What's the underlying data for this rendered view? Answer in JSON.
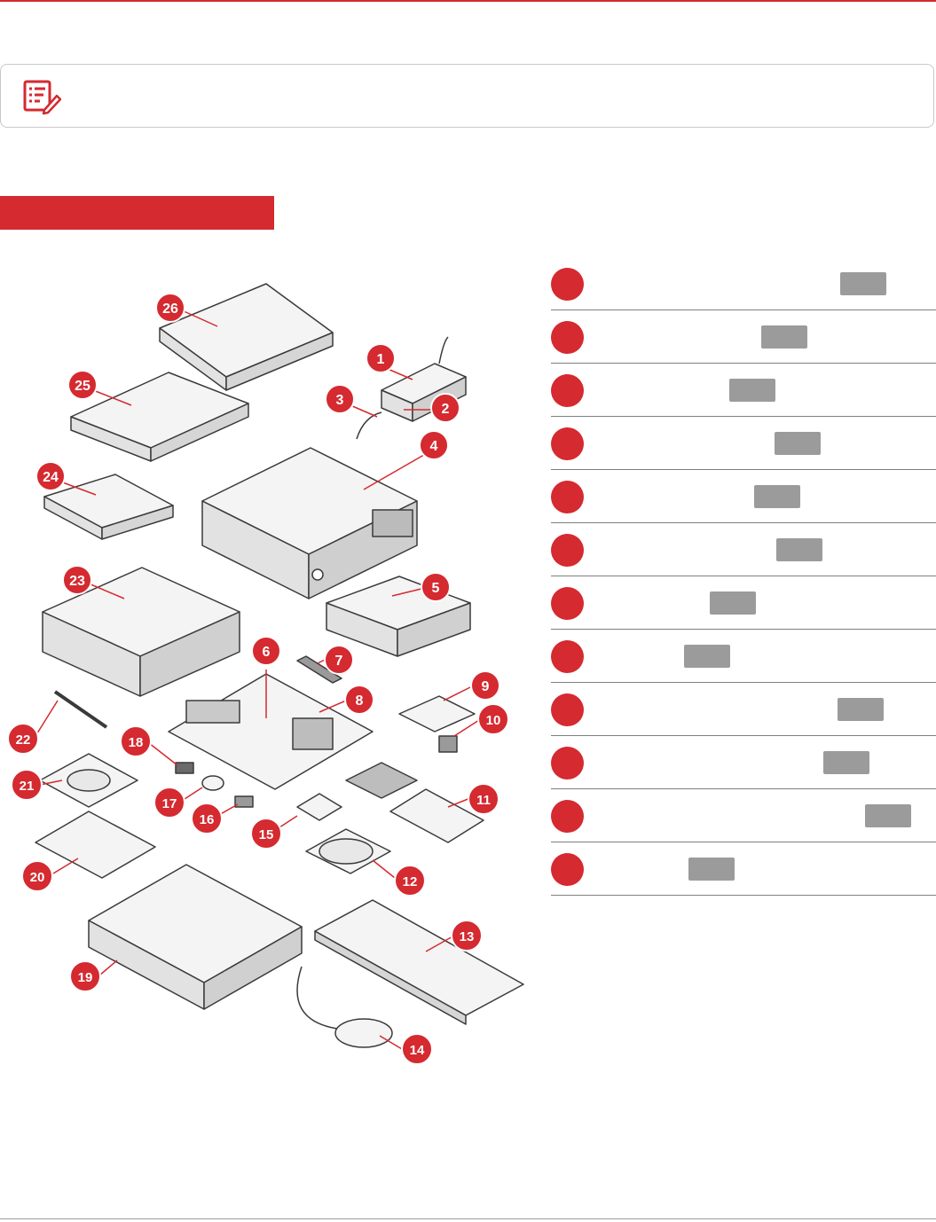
{
  "note": {
    "icon": "note-edit-icon",
    "text": ""
  },
  "section": {
    "title": ""
  },
  "colors": {
    "accent": "#d42a30",
    "code_tag": "#9b9b9b",
    "rule": "#7f7f7f"
  },
  "parts": [
    {
      "num": "",
      "name": "",
      "code": ""
    },
    {
      "num": "",
      "name": "",
      "code": ""
    },
    {
      "num": "",
      "name": "",
      "code": ""
    },
    {
      "num": "",
      "name": "",
      "code": ""
    },
    {
      "num": "",
      "name": "",
      "code": ""
    },
    {
      "num": "",
      "name": "",
      "code": ""
    },
    {
      "num": "",
      "name": "",
      "code": ""
    },
    {
      "num": "",
      "name": "",
      "code": ""
    },
    {
      "num": "",
      "name": "",
      "code": ""
    },
    {
      "num": "",
      "name": "",
      "code": ""
    },
    {
      "num": "",
      "name": "",
      "code": ""
    },
    {
      "num": "",
      "name": "",
      "code": ""
    }
  ],
  "callouts": [
    "1",
    "2",
    "3",
    "4",
    "5",
    "6",
    "7",
    "8",
    "9",
    "10",
    "11",
    "12",
    "13",
    "14",
    "15",
    "16",
    "17",
    "18",
    "19",
    "20",
    "21",
    "22",
    "23",
    "24",
    "25",
    "26"
  ]
}
